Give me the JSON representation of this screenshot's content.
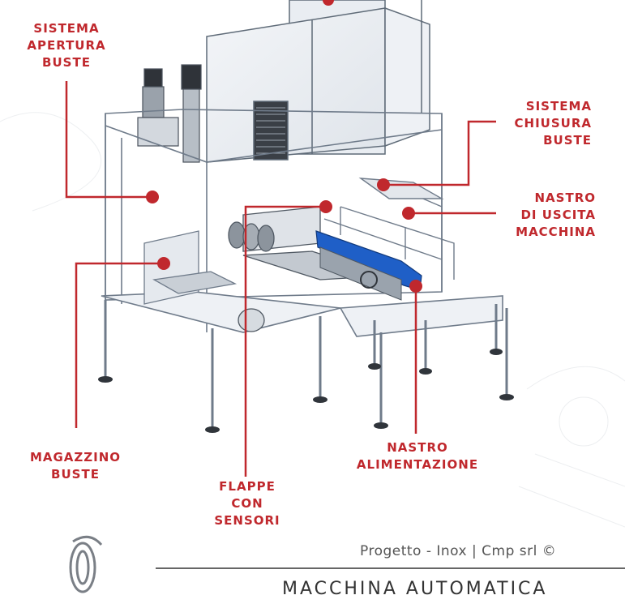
{
  "labels": {
    "sistema_apertura_buste": [
      "SISTEMA",
      "APERTURA",
      "BUSTE"
    ],
    "sistema_chiusura_buste": [
      "SISTEMA",
      "CHIUSURA",
      "BUSTE"
    ],
    "nastro_di_uscita_macchina": [
      "NASTRO",
      "DI USCITA",
      "MACCHINA"
    ],
    "magazzino_buste": [
      "MAGAZZINO",
      "BUSTE"
    ],
    "flappe_con_sensori": [
      "FLAPPE",
      "CON",
      "SENSORI"
    ],
    "nastro_alimentazione": [
      "NASTRO",
      "ALIMENTAZIONE"
    ]
  },
  "footer": {
    "credit": "Progetto - Inox | Cmp srl ©",
    "title": "MACCHINA AUTOMATICA"
  },
  "colors": {
    "accent": "#c0282d",
    "frame": "#6f7b8a",
    "belt": "#1f5fc7",
    "text_gray": "#555555"
  }
}
